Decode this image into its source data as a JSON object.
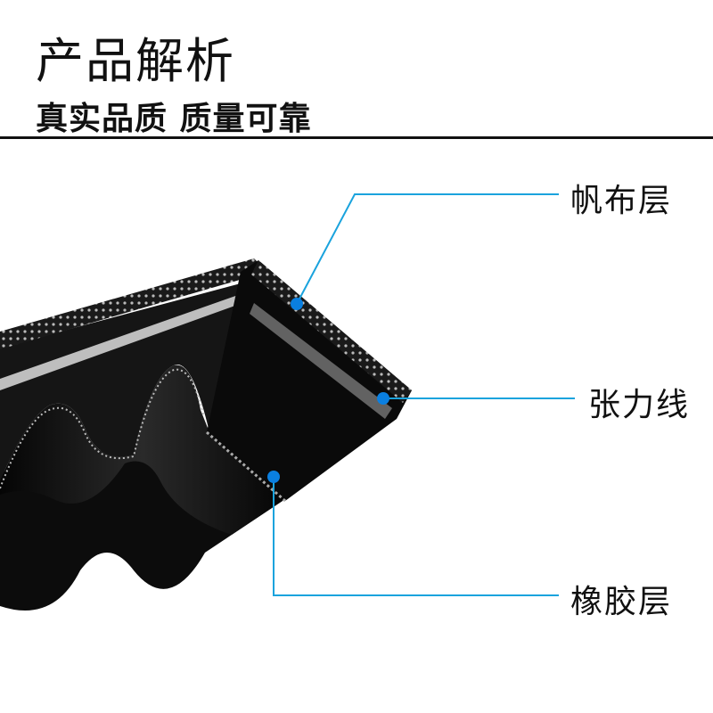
{
  "header": {
    "title": "产品解析",
    "subtitle": "真实品质 质量可靠"
  },
  "callouts": [
    {
      "label": "帆布层"
    },
    {
      "label": "张力线"
    },
    {
      "label": "橡胶层"
    }
  ],
  "colors": {
    "callout_line": "#1aa3dd",
    "callout_dot": "#0a7fe0",
    "belt": "#111111"
  }
}
